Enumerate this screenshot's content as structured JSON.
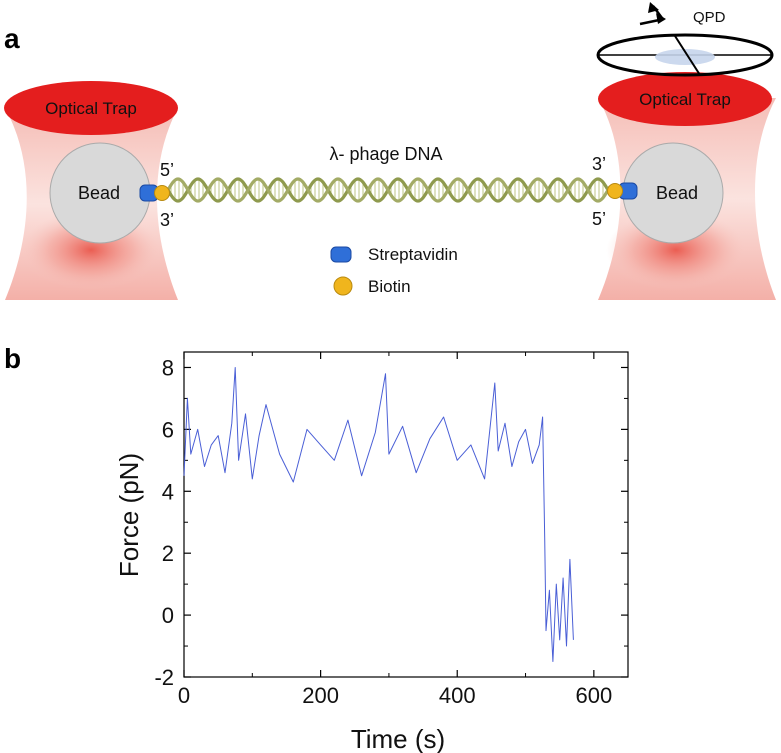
{
  "panel_a": {
    "label": "a",
    "trap_left": "Optical Trap",
    "trap_right": "Optical Trap",
    "bead_left": "Bead",
    "bead_right": "Bead",
    "left_top_end": "5’",
    "left_bottom_end": "3’",
    "right_top_end": "3’",
    "right_bottom_end": "5’",
    "dna_label": "λ- phage DNA",
    "legend": {
      "streptavidin": "Streptavidin",
      "biotin": "Biotin"
    },
    "qpd_label": "QPD",
    "colors": {
      "trap_red": "#e41e1e",
      "trap_cone": "#f4b3ad",
      "bead": "#d9d9d9",
      "streptavidin": "#2f6fd8",
      "biotin": "#f0b51d",
      "dna": "#8f9a4e"
    }
  },
  "panel_b": {
    "label": "b"
  },
  "chart_data": {
    "type": "line",
    "title": "",
    "xlabel": "Time (s)",
    "ylabel": "Force (pN)",
    "xlim": [
      0,
      650
    ],
    "ylim": [
      -2,
      8.5
    ],
    "xticks": [
      0,
      200,
      400,
      600
    ],
    "yticks": [
      -2,
      0,
      2,
      4,
      6,
      8
    ],
    "line_color": "#4a5fd6",
    "grid": false,
    "series": [
      {
        "x": [
          0,
          5,
          10,
          20,
          30,
          40,
          50,
          60,
          70,
          75,
          80,
          90,
          100,
          110,
          120,
          140,
          160,
          180,
          200,
          220,
          240,
          260,
          280,
          295,
          300,
          320,
          340,
          360,
          380,
          400,
          420,
          440,
          455,
          460,
          470,
          480,
          490,
          500,
          510,
          520,
          525,
          528,
          530,
          535,
          540,
          545,
          550,
          555,
          560,
          565,
          570
        ],
        "y": [
          4.5,
          7.0,
          5.2,
          6.0,
          4.8,
          5.5,
          5.8,
          4.6,
          6.2,
          8.0,
          5.0,
          6.5,
          4.4,
          5.8,
          6.8,
          5.2,
          4.3,
          6.0,
          5.5,
          5.0,
          6.3,
          4.5,
          5.9,
          7.8,
          5.2,
          6.1,
          4.6,
          5.7,
          6.4,
          5.0,
          5.5,
          4.4,
          7.5,
          5.3,
          6.2,
          4.8,
          5.6,
          6.0,
          4.9,
          5.5,
          6.4,
          2.5,
          -0.5,
          0.8,
          -1.5,
          1.0,
          -0.8,
          1.2,
          -1.0,
          1.8,
          -0.8
        ]
      }
    ]
  }
}
